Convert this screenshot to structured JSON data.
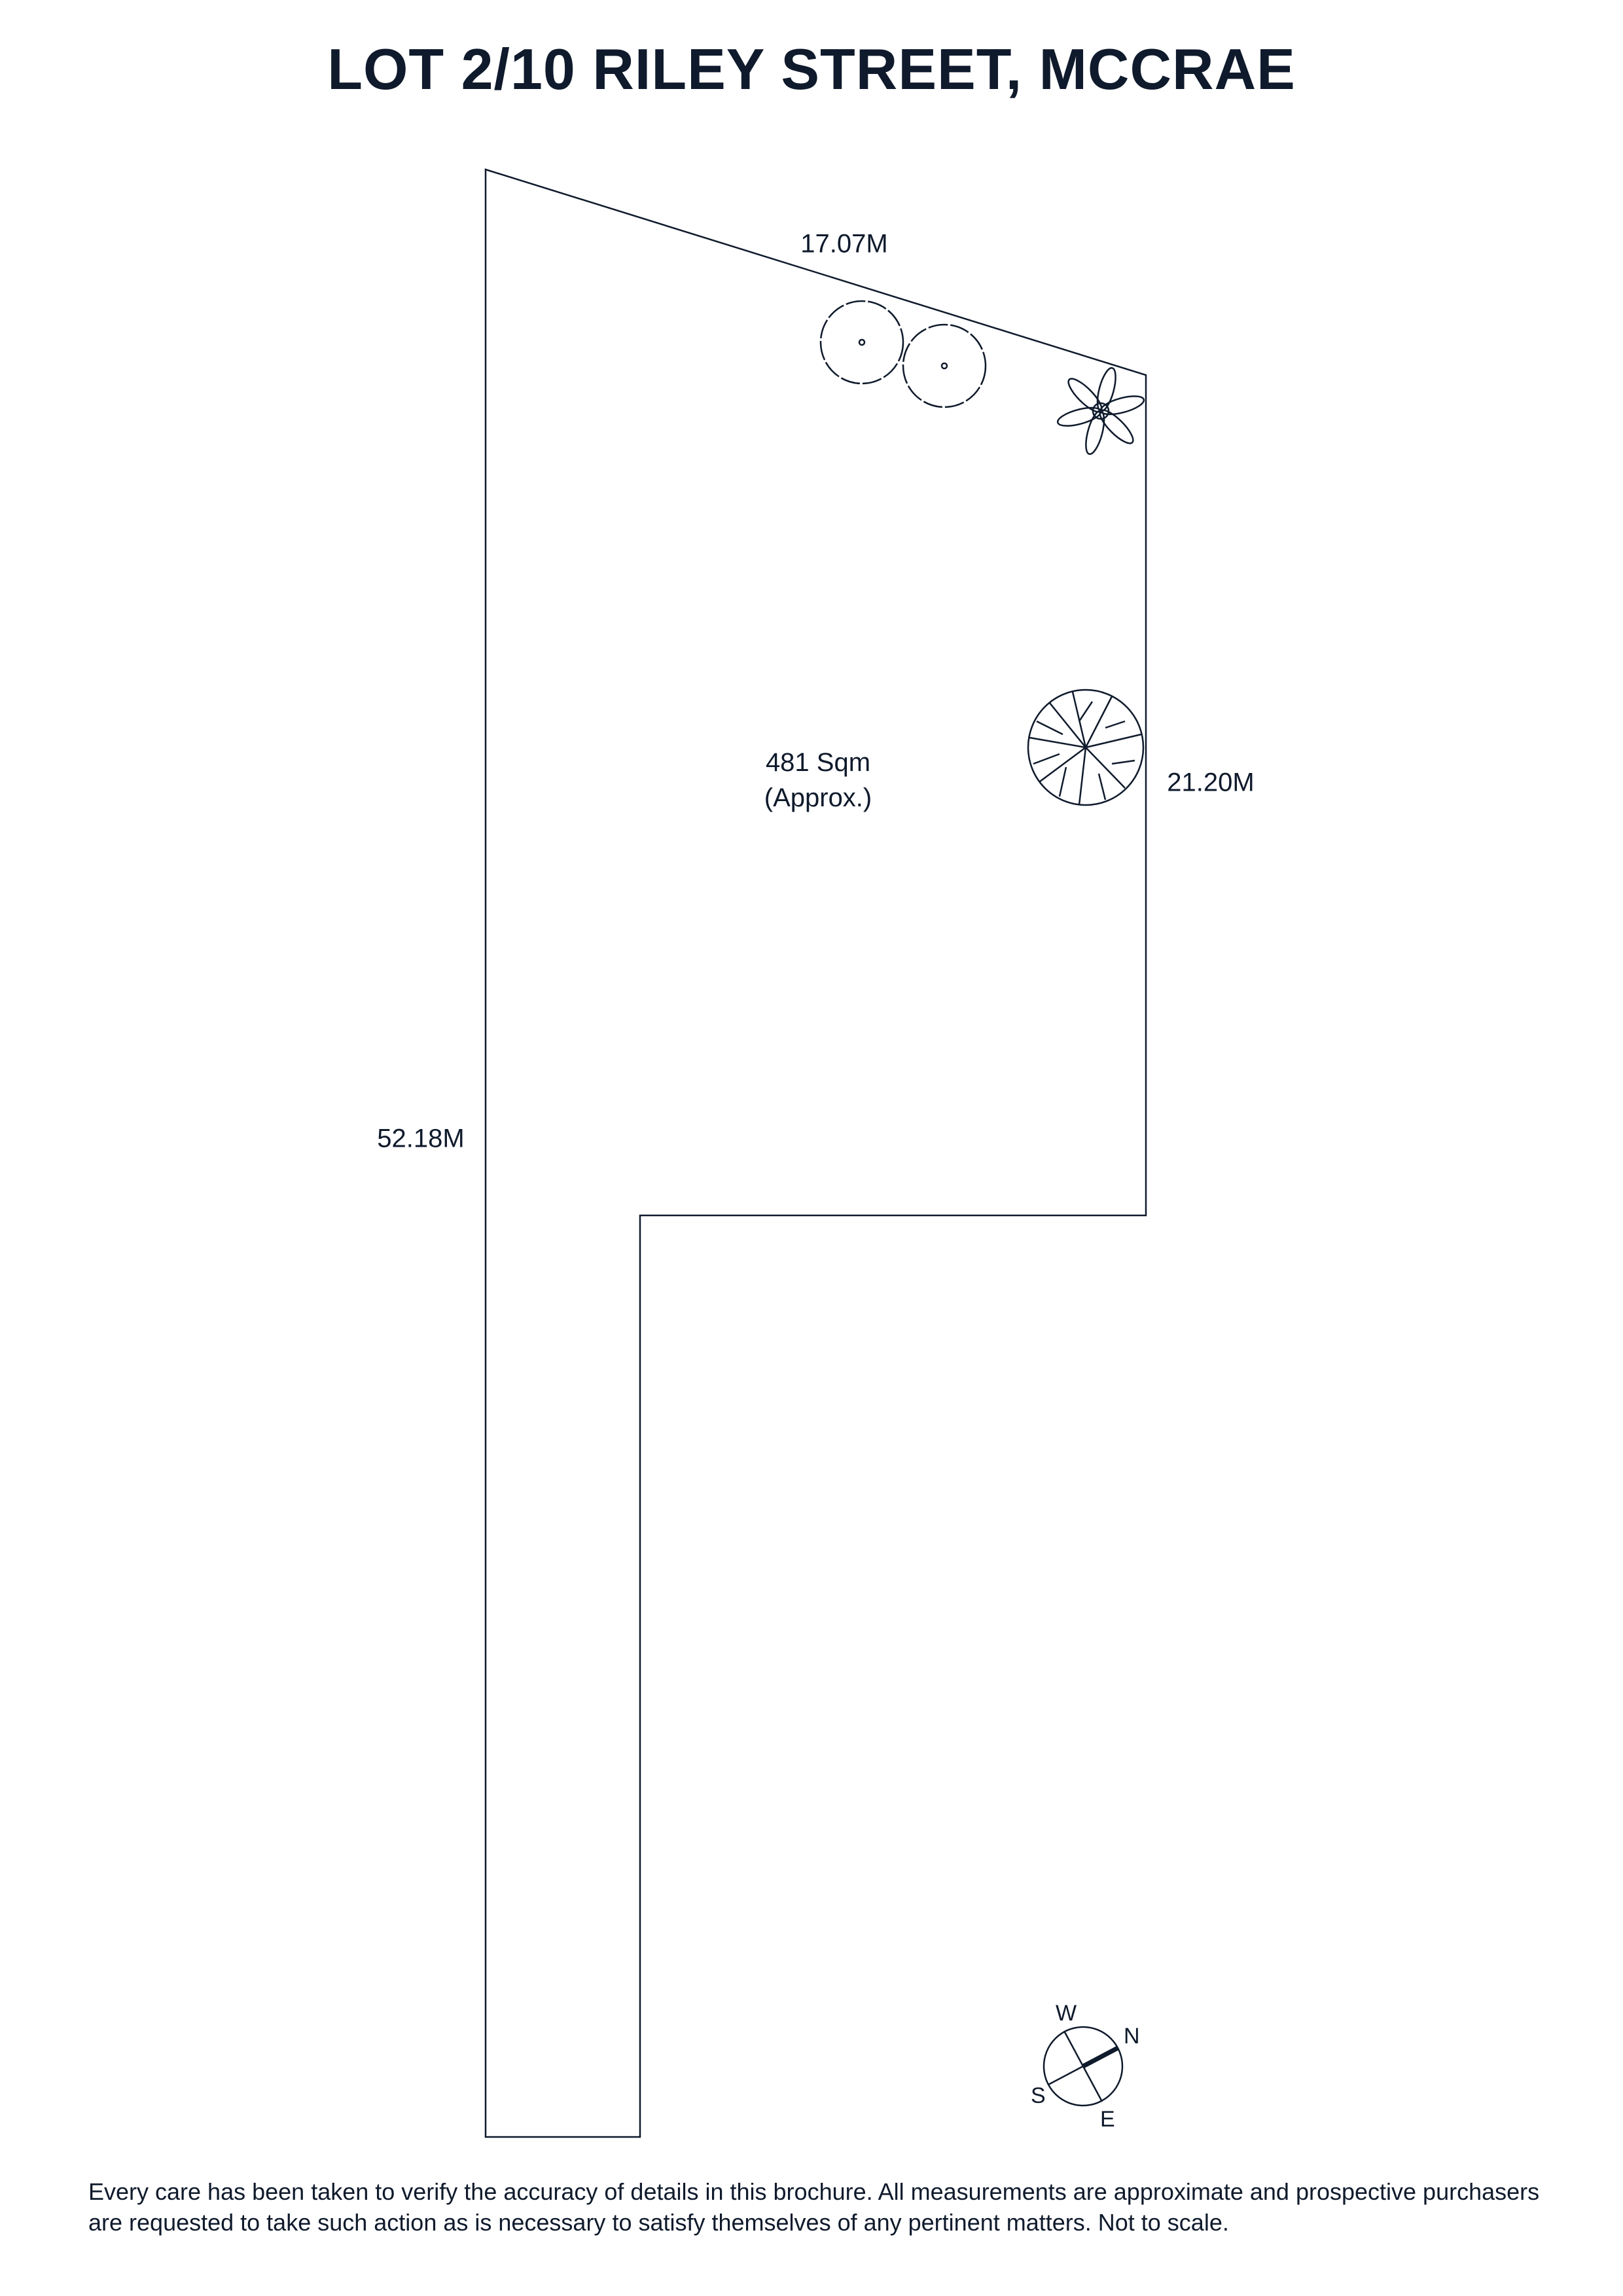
{
  "title": "LOT 2/10 RILEY STREET, MCCRAE",
  "dimensions": {
    "top": "17.07M",
    "right": "21.20M",
    "left": "52.18M"
  },
  "area": {
    "value": "481 Sqm",
    "note": "(Approx.)"
  },
  "compass": {
    "n": "N",
    "s": "S",
    "e": "E",
    "w": "W"
  },
  "disclaimer": "Every care has been taken to verify the accuracy of details in this brochure. All measurements are approximate and prospective purchasers are requested to take such action as is necessary to satisfy themselves of any pertinent matters. Not to scale.",
  "colors": {
    "ink": "#0f1a2c"
  }
}
